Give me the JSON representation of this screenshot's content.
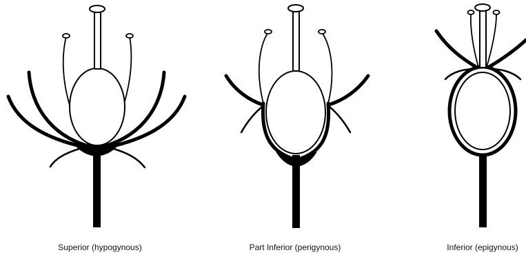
{
  "figure": {
    "panels": [
      {
        "id": "superior",
        "caption": "Superior (hypogynous)"
      },
      {
        "id": "part-inferior",
        "caption": "Part Inferior (perigynous)"
      },
      {
        "id": "inferior",
        "caption": "Inferior (epigynous)"
      }
    ],
    "colors": {
      "ink": "#000000",
      "background": "#ffffff"
    }
  }
}
